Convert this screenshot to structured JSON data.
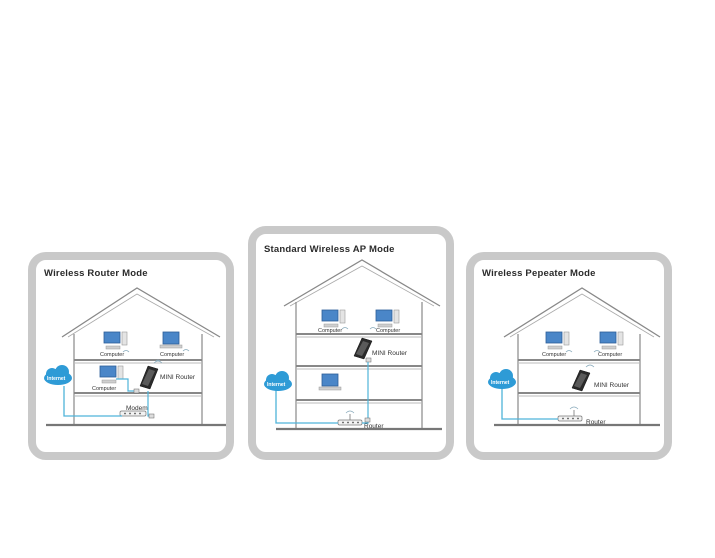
{
  "panels": [
    {
      "title": "Wireless Router Mode",
      "labels": {
        "computer_top_left": "Computer",
        "computer_top_right": "Computer",
        "computer_mid": "Computer",
        "mini_router": "MINI Router",
        "modem": "Modem",
        "internet": "Internet"
      }
    },
    {
      "title": "Standard Wireless AP Mode",
      "labels": {
        "computer_top_left": "Computer",
        "computer_top_right": "Computer",
        "mini_router": "MINI Router",
        "router": "Router",
        "internet": "Internet"
      }
    },
    {
      "title": "Wireless Pepeater Mode",
      "labels": {
        "computer_top_left": "Computer",
        "computer_top_right": "Computer",
        "mini_router": "MINI Router",
        "router": "Router",
        "internet": "Internet"
      }
    }
  ],
  "colors": {
    "panel_border": "#c9c9c9",
    "house_line": "#888888",
    "cable": "#4fb3d9",
    "cloud": "#2e9bd6",
    "monitor": "#4a86c8"
  }
}
